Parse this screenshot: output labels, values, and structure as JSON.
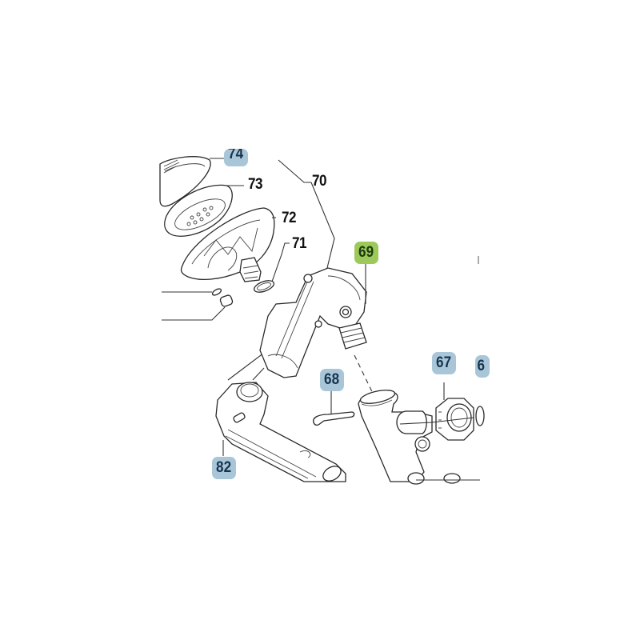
{
  "diagram": {
    "type": "exploded parts diagram",
    "labels": [
      {
        "id": "74",
        "text": "74",
        "style": "badge",
        "partial": true
      },
      {
        "id": "73",
        "text": "73",
        "style": "plain"
      },
      {
        "id": "72",
        "text": "72",
        "style": "plain"
      },
      {
        "id": "71",
        "text": "71",
        "style": "plain"
      },
      {
        "id": "70",
        "text": "70",
        "style": "plain"
      },
      {
        "id": "69",
        "text": "69",
        "style": "badge-highlighted"
      },
      {
        "id": "68",
        "text": "68",
        "style": "badge"
      },
      {
        "id": "67",
        "text": "67",
        "style": "badge"
      },
      {
        "id": "66",
        "text": "6",
        "style": "badge",
        "partial": true
      },
      {
        "id": "82",
        "text": "82",
        "style": "badge"
      }
    ],
    "colors": {
      "badge_fill": "#a9c6d9",
      "badge_text": "#17324d",
      "highlight_fill": "#9cc95a",
      "highlight_text": "#1d3a0e",
      "line": "#333333",
      "background": "#ffffff"
    }
  }
}
